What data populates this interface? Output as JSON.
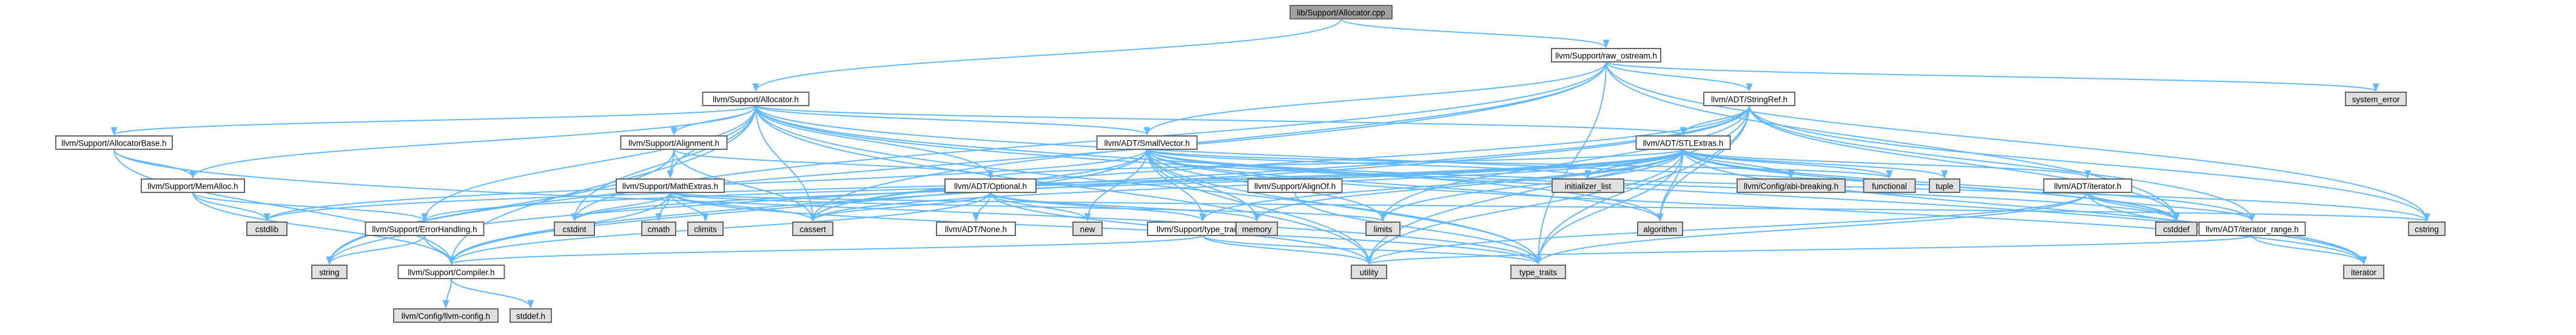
{
  "colors": {
    "root_fill": "#a0a0a0",
    "node_fill": "#ffffff",
    "system_fill": "#e0e0e0",
    "border": "#666666",
    "edge": "#63b8ff"
  },
  "graph": {
    "nodes": [
      {
        "id": "allocator_cpp",
        "label": "lib/Support/Allocator.cpp",
        "kind": "root"
      },
      {
        "id": "raw_ostream",
        "label": "llvm/Support/raw_ostream.h",
        "kind": "node"
      },
      {
        "id": "allocator_h",
        "label": "llvm/Support/Allocator.h",
        "kind": "node"
      },
      {
        "id": "stringref",
        "label": "llvm/ADT/StringRef.h",
        "kind": "node"
      },
      {
        "id": "system_error",
        "label": "system_error",
        "kind": "system"
      },
      {
        "id": "allocatorbase",
        "label": "llvm/Support/AllocatorBase.h",
        "kind": "node"
      },
      {
        "id": "alignment",
        "label": "llvm/Support/Alignment.h",
        "kind": "node"
      },
      {
        "id": "smallvector",
        "label": "llvm/ADT/SmallVector.h",
        "kind": "node"
      },
      {
        "id": "stlextras",
        "label": "llvm/ADT/STLExtras.h",
        "kind": "node"
      },
      {
        "id": "memalloc",
        "label": "llvm/Support/MemAlloc.h",
        "kind": "node"
      },
      {
        "id": "mathextras",
        "label": "llvm/Support/MathExtras.h",
        "kind": "node"
      },
      {
        "id": "optional",
        "label": "llvm/ADT/Optional.h",
        "kind": "node"
      },
      {
        "id": "alignof",
        "label": "llvm/Support/AlignOf.h",
        "kind": "node"
      },
      {
        "id": "initializer_list",
        "label": "initializer_list",
        "kind": "system"
      },
      {
        "id": "config_abi",
        "label": "llvm/Config/abi-breaking.h",
        "kind": "system"
      },
      {
        "id": "functional",
        "label": "functional",
        "kind": "system"
      },
      {
        "id": "tuple",
        "label": "tuple",
        "kind": "system"
      },
      {
        "id": "iterator_h",
        "label": "llvm/ADT/iterator.h",
        "kind": "node"
      },
      {
        "id": "cstdlib",
        "label": "cstdlib",
        "kind": "system"
      },
      {
        "id": "errorhandling",
        "label": "llvm/Support/ErrorHandling.h",
        "kind": "node"
      },
      {
        "id": "cstdint",
        "label": "cstdint",
        "kind": "system"
      },
      {
        "id": "cmath",
        "label": "cmath",
        "kind": "system"
      },
      {
        "id": "climits",
        "label": "climits",
        "kind": "system"
      },
      {
        "id": "cassert",
        "label": "cassert",
        "kind": "system"
      },
      {
        "id": "none",
        "label": "llvm/ADT/None.h",
        "kind": "node"
      },
      {
        "id": "new",
        "label": "new",
        "kind": "system"
      },
      {
        "id": "type_traits_h",
        "label": "llvm/Support/type_traits.h",
        "kind": "node"
      },
      {
        "id": "memory",
        "label": "memory",
        "kind": "system"
      },
      {
        "id": "limits",
        "label": "limits",
        "kind": "system"
      },
      {
        "id": "algorithm",
        "label": "algorithm",
        "kind": "system"
      },
      {
        "id": "cstddef",
        "label": "cstddef",
        "kind": "system"
      },
      {
        "id": "iterator_range",
        "label": "llvm/ADT/iterator_range.h",
        "kind": "node"
      },
      {
        "id": "cstring",
        "label": "cstring",
        "kind": "system"
      },
      {
        "id": "string",
        "label": "string",
        "kind": "system"
      },
      {
        "id": "compiler",
        "label": "llvm/Support/Compiler.h",
        "kind": "node"
      },
      {
        "id": "utility",
        "label": "utility",
        "kind": "system"
      },
      {
        "id": "type_traits",
        "label": "type_traits",
        "kind": "system"
      },
      {
        "id": "iterator",
        "label": "iterator",
        "kind": "system"
      },
      {
        "id": "llvm_config",
        "label": "llvm/Config/llvm-config.h",
        "kind": "system"
      },
      {
        "id": "stddef",
        "label": "stddef.h",
        "kind": "system"
      }
    ],
    "edges": [
      [
        "allocator_cpp",
        "raw_ostream"
      ],
      [
        "allocator_cpp",
        "allocator_h"
      ],
      [
        "raw_ostream",
        "stringref"
      ],
      [
        "raw_ostream",
        "system_error"
      ],
      [
        "raw_ostream",
        "smallvector"
      ],
      [
        "raw_ostream",
        "cassert"
      ],
      [
        "raw_ostream",
        "cstddef"
      ],
      [
        "raw_ostream",
        "cstdint"
      ],
      [
        "raw_ostream",
        "cstring"
      ],
      [
        "raw_ostream",
        "string"
      ],
      [
        "raw_ostream",
        "type_traits"
      ],
      [
        "allocator_h",
        "allocatorbase"
      ],
      [
        "allocator_h",
        "alignment"
      ],
      [
        "allocator_h",
        "smallvector"
      ],
      [
        "allocator_h",
        "memalloc"
      ],
      [
        "allocator_h",
        "mathextras"
      ],
      [
        "allocator_h",
        "errorhandling"
      ],
      [
        "allocator_h",
        "compiler"
      ],
      [
        "allocator_h",
        "stlextras"
      ],
      [
        "allocator_h",
        "optional"
      ],
      [
        "allocator_h",
        "algorithm"
      ],
      [
        "allocator_h",
        "cassert"
      ],
      [
        "allocator_h",
        "cstddef"
      ],
      [
        "allocator_h",
        "cstdint"
      ],
      [
        "allocator_h",
        "iterator"
      ],
      [
        "allocator_h",
        "type_traits"
      ],
      [
        "allocator_h",
        "utility"
      ],
      [
        "stringref",
        "stlextras"
      ],
      [
        "stringref",
        "iterator_range"
      ],
      [
        "stringref",
        "compiler"
      ],
      [
        "stringref",
        "algorithm"
      ],
      [
        "stringref",
        "cassert"
      ],
      [
        "stringref",
        "cstddef"
      ],
      [
        "stringref",
        "cstring"
      ],
      [
        "stringref",
        "limits"
      ],
      [
        "stringref",
        "string"
      ],
      [
        "stringref",
        "type_traits"
      ],
      [
        "stringref",
        "utility"
      ],
      [
        "allocatorbase",
        "compiler"
      ],
      [
        "allocatorbase",
        "memalloc"
      ],
      [
        "allocatorbase",
        "type_traits"
      ],
      [
        "alignment",
        "mathextras"
      ],
      [
        "alignment",
        "optional"
      ],
      [
        "alignment",
        "cassert"
      ],
      [
        "alignment",
        "string"
      ],
      [
        "smallvector",
        "compiler"
      ],
      [
        "smallvector",
        "type_traits_h"
      ],
      [
        "smallvector",
        "algorithm"
      ],
      [
        "smallvector",
        "cassert"
      ],
      [
        "smallvector",
        "cstddef"
      ],
      [
        "smallvector",
        "cstdlib"
      ],
      [
        "smallvector",
        "cstring"
      ],
      [
        "smallvector",
        "functional"
      ],
      [
        "smallvector",
        "initializer_list"
      ],
      [
        "smallvector",
        "iterator"
      ],
      [
        "smallvector",
        "limits"
      ],
      [
        "smallvector",
        "memory"
      ],
      [
        "smallvector",
        "new"
      ],
      [
        "smallvector",
        "type_traits"
      ],
      [
        "smallvector",
        "utility"
      ],
      [
        "stlextras",
        "config_abi"
      ],
      [
        "stlextras",
        "functional"
      ],
      [
        "stlextras",
        "tuple"
      ],
      [
        "stlextras",
        "iterator_h"
      ],
      [
        "stlextras",
        "iterator_range"
      ],
      [
        "stlextras",
        "optional"
      ],
      [
        "stlextras",
        "errorhandling"
      ],
      [
        "stlextras",
        "initializer_list"
      ],
      [
        "stlextras",
        "algorithm"
      ],
      [
        "stlextras",
        "cassert"
      ],
      [
        "stlextras",
        "cstddef"
      ],
      [
        "stlextras",
        "cstdint"
      ],
      [
        "stlextras",
        "cstdlib"
      ],
      [
        "stlextras",
        "iterator"
      ],
      [
        "stlextras",
        "limits"
      ],
      [
        "stlextras",
        "memory"
      ],
      [
        "stlextras",
        "type_traits"
      ],
      [
        "stlextras",
        "utility"
      ],
      [
        "stlextras",
        "type_traits_h"
      ],
      [
        "memalloc",
        "compiler"
      ],
      [
        "memalloc",
        "errorhandling"
      ],
      [
        "memalloc",
        "cstdlib"
      ],
      [
        "mathextras",
        "compiler"
      ],
      [
        "mathextras",
        "cassert"
      ],
      [
        "mathextras",
        "climits"
      ],
      [
        "mathextras",
        "cmath"
      ],
      [
        "mathextras",
        "cstdint"
      ],
      [
        "mathextras",
        "cstring"
      ],
      [
        "mathextras",
        "limits"
      ],
      [
        "mathextras",
        "type_traits"
      ],
      [
        "optional",
        "none"
      ],
      [
        "optional",
        "compiler"
      ],
      [
        "optional",
        "type_traits_h"
      ],
      [
        "optional",
        "cassert"
      ],
      [
        "optional",
        "memory"
      ],
      [
        "optional",
        "new"
      ],
      [
        "optional",
        "utility"
      ],
      [
        "alignof",
        "type_traits"
      ],
      [
        "iterator_h",
        "iterator_range"
      ],
      [
        "iterator_h",
        "cstddef"
      ],
      [
        "iterator_h",
        "iterator"
      ],
      [
        "iterator_h",
        "type_traits"
      ],
      [
        "iterator_h",
        "utility"
      ],
      [
        "errorhandling",
        "compiler"
      ],
      [
        "errorhandling",
        "string"
      ],
      [
        "type_traits_h",
        "compiler"
      ],
      [
        "type_traits_h",
        "type_traits"
      ],
      [
        "type_traits_h",
        "utility"
      ],
      [
        "iterator_range",
        "iterator"
      ],
      [
        "iterator_range",
        "utility"
      ],
      [
        "compiler",
        "llvm_config"
      ],
      [
        "compiler",
        "stddef"
      ]
    ]
  }
}
